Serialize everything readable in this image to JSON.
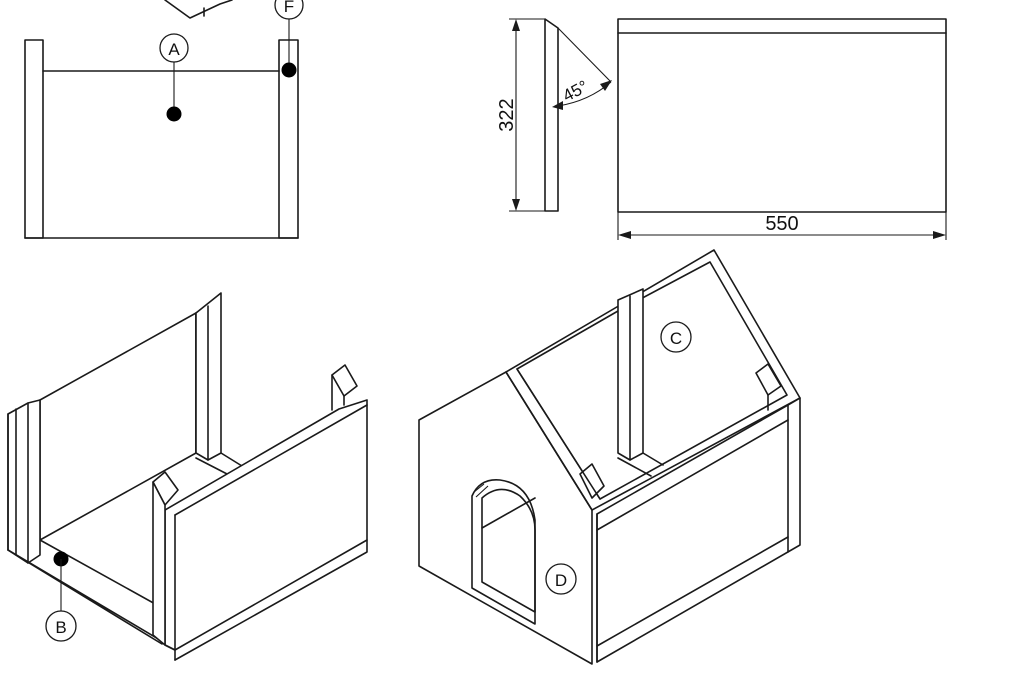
{
  "callouts": {
    "a": "A",
    "b": "B",
    "c": "C",
    "d": "D",
    "f": "F"
  },
  "dimensions": {
    "height": "322",
    "width": "550",
    "angle": "45°"
  }
}
